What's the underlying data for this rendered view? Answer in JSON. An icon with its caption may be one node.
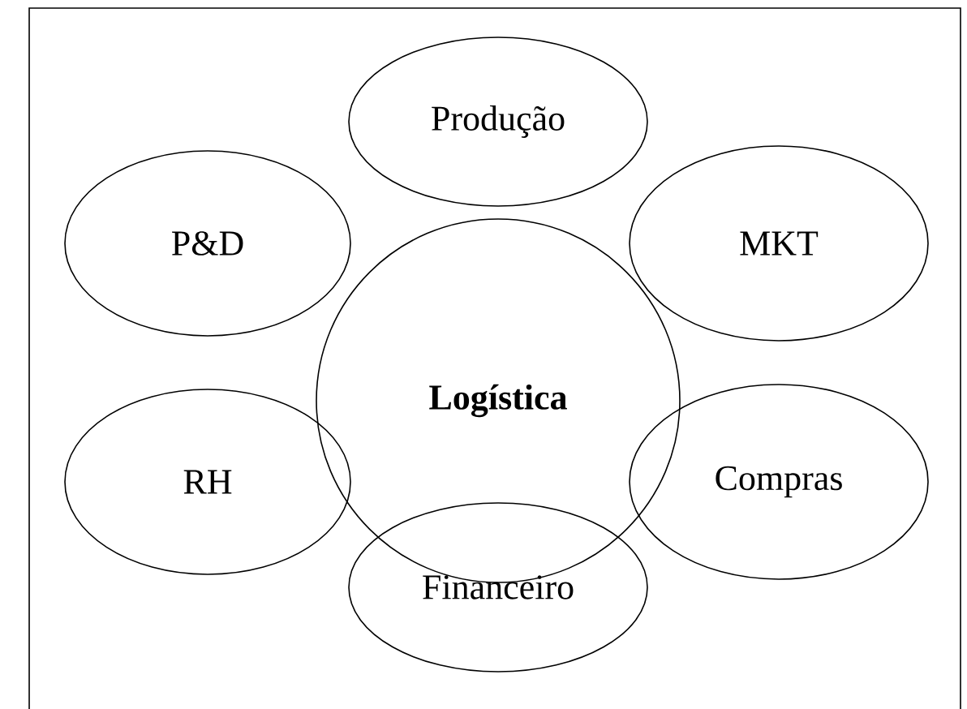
{
  "diagram": {
    "nodes": [
      {
        "text": [
          "Produção"
        ]
      },
      {
        "text": [
          "P&D"
        ]
      },
      {
        "text": [
          "MKT"
        ]
      },
      {
        "text": [
          "**Logística**"
        ]
      },
      {
        "text": [
          "RH"
        ]
      },
      {
        "text": [
          "Compras"
        ]
      },
      {
        "text": [
          "Financeiro"
        ]
      }
    ]
  }
}
